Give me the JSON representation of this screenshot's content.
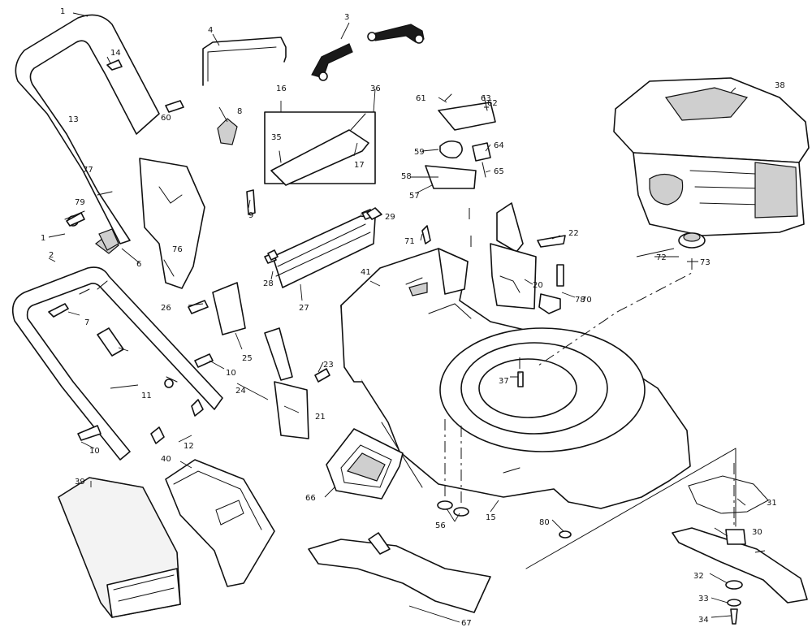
{
  "diagram": {
    "callouts": {
      "c1_top": "1",
      "c1_left": "1",
      "c2": "2",
      "c3": "3",
      "c4": "4",
      "c6": "6",
      "c7": "7",
      "c8": "8",
      "c9": "9",
      "c10a": "10",
      "c10b": "10",
      "c11": "11",
      "c12": "12",
      "c13": "13",
      "c14": "14",
      "c15": "15",
      "c16": "16",
      "c17": "17",
      "c20": "20",
      "c21": "21",
      "c22": "22",
      "c23": "23",
      "c24": "24",
      "c25": "25",
      "c26": "26",
      "c27": "27",
      "c28": "28",
      "c29": "29",
      "c30": "30",
      "c31": "31",
      "c32": "32",
      "c33": "33",
      "c34": "34",
      "c35": "35",
      "c36": "36",
      "c37": "37",
      "c38": "38",
      "c39": "39",
      "c40": "40",
      "c41": "41",
      "c56": "56",
      "c57": "57",
      "c58": "58",
      "c59": "59",
      "c60": "60",
      "c61": "61",
      "c62": "62",
      "c63": "63",
      "c64": "64",
      "c65": "65",
      "c66": "66",
      "c67": "67",
      "c70": "70",
      "c71": "71",
      "c72": "72",
      "c73": "73",
      "c76": "76",
      "c77": "77",
      "c78": "78",
      "c79": "79",
      "c80": "80"
    }
  }
}
